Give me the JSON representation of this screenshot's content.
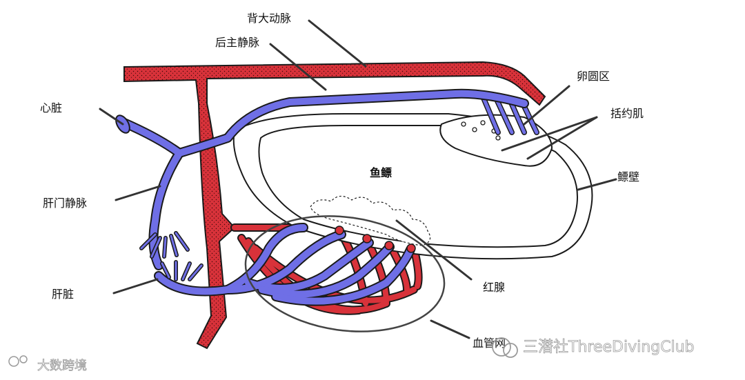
{
  "labels": {
    "dorsal_aorta": "背大动脉",
    "posterior_cardinal_vein": "后主静脉",
    "heart": "心脏",
    "hepatic_portal_vein": "肝门静脉",
    "liver": "肝脏",
    "oval_area": "卵圆区",
    "sphincter": "括约肌",
    "swim_bladder": "鱼鳔",
    "bladder_wall": "鳔壁",
    "red_gland": "红腺",
    "rete_mirabile": "血管网"
  },
  "watermarks": {
    "left": "大数跨境",
    "right": "三潜社ThreeDivingClub"
  },
  "colors": {
    "artery": "#d8323a",
    "vein": "#6f6fe6",
    "outline": "#1a1a1a",
    "leader": "#333333"
  }
}
